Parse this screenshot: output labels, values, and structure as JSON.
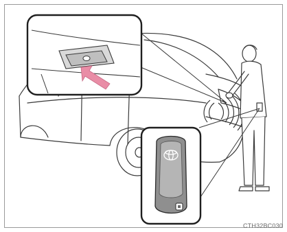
{
  "figure_code": "CTH32BC030",
  "icons": {
    "car": "sedan-rear-view",
    "person": "person-at-trunk",
    "trunk_opener_button": "trunk-opener-button-icon",
    "press_arrow": "press-arrow-icon",
    "smart_key": "toyota-smart-key-icon",
    "signal_waves": "proximity-signal-waves-icon"
  },
  "colors": {
    "press_arrow": "#e98da6",
    "key_body": "#8f8f8f",
    "line": "#3a3a3a"
  }
}
